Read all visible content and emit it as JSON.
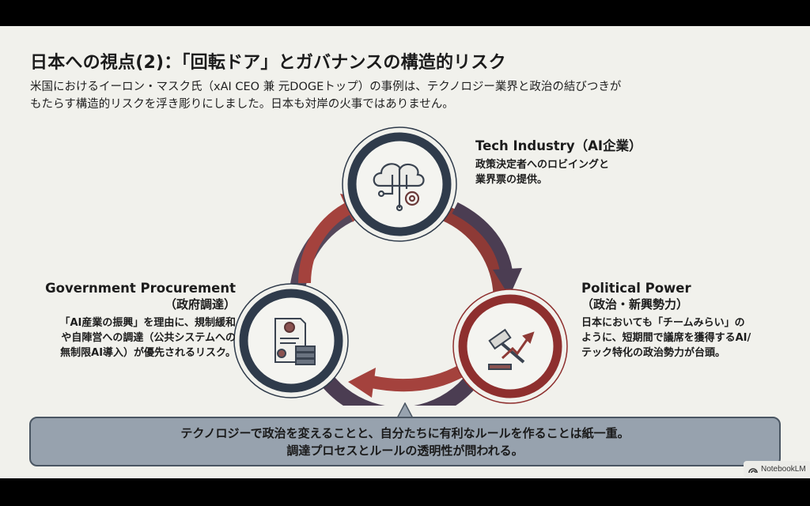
{
  "slide": {
    "title": "日本への視点(2)：「回転ドア」とガバナンスの構造的リスク",
    "intro_lines": [
      "米国におけるイーロン・マスク氏（xAI CEO 兼 元DOGEトップ）の事例は、テクノロジー業界と政治の結びつきが",
      "もたらす構造的リスクを浮き彫りにしました。日本も対岸の火事ではありません。"
    ]
  },
  "nodes": {
    "tech": {
      "heading": "Tech Industry（AI企業）",
      "desc_lines": [
        "政策決定者へのロビイングと",
        "業界票の提供。"
      ],
      "icon": "cloud-circuit-gear-icon",
      "ring_color": "#2f3b4b"
    },
    "government": {
      "heading": "Government Procurement",
      "subheading": "（政府調達）",
      "desc_lines": [
        "「AI産業の振興」を理由に、規制緩和",
        "や自陣営への調達（公共システムへの",
        "無制限AI導入）が優先されるリスク。"
      ],
      "icon": "contract-server-icon",
      "ring_color": "#2f3b4b"
    },
    "political": {
      "heading": "Political Power",
      "subheading": "（政治・新興勢力）",
      "desc_lines": [
        "日本においても「チームみらい」の",
        "ように、短期間で議席を獲得するAI/",
        "テック特化の政治勢力が台頭。"
      ],
      "icon": "gavel-trend-arrow-icon",
      "ring_color": "#8e2f2e"
    }
  },
  "callout": {
    "lines": [
      "テクノロジーで政治を変えることと、自分たちに有利なルールを作ることは紙一重。",
      "調達プロセスとルールの透明性が問われる。"
    ]
  },
  "colors": {
    "navy": "#2f3b4b",
    "maroon": "#8e2f2e",
    "arrow_red": "#a4423d",
    "arrow_purple": "#4b3d52",
    "callout_bg": "#97a2ae",
    "background": "#f1f1ec"
  },
  "watermark": {
    "label": "NotebookLM"
  }
}
